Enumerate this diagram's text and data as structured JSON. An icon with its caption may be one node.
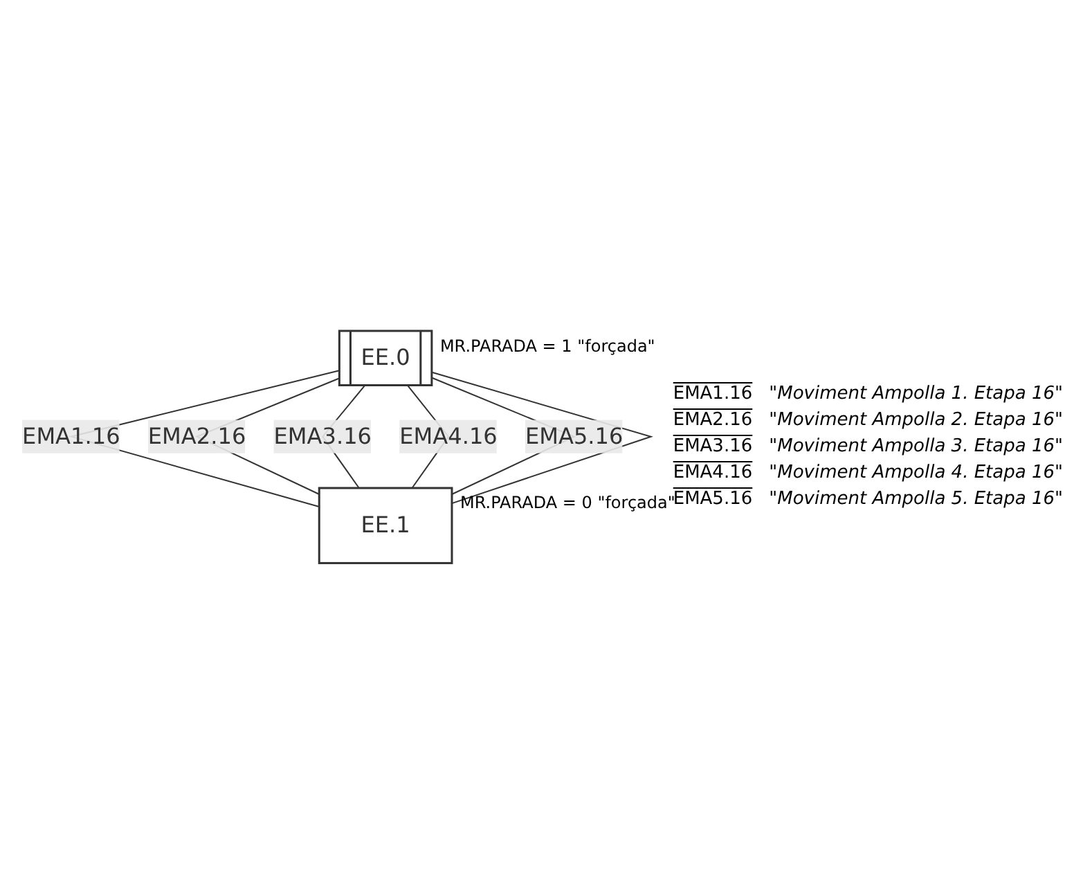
{
  "diagram": {
    "nodes": [
      {
        "text": [
          "EE.0"
        ],
        "beside": [
          "MR.PARADA = 1 \"forçada\""
        ]
      },
      {
        "text": [
          "EE.1"
        ],
        "beside": [
          "MR.PARADA = 0 \"forçada\""
        ]
      }
    ],
    "edges": [
      {
        "from": 0,
        "to": 1,
        "arrow": "none",
        "label": "EMA1.16"
      },
      {
        "from": 0,
        "to": 1,
        "arrow": "none",
        "label": "EMA2.16"
      },
      {
        "from": 0,
        "to": 1,
        "arrow": "none",
        "label": "EMA3.16"
      },
      {
        "from": 0,
        "to": 1,
        "arrow": "none",
        "label": "EMA4.16"
      },
      {
        "from": 0,
        "to": 1,
        "arrow": "none",
        "label": "EMA5.16"
      },
      {
        "from": 1,
        "to": 0,
        "arrow": "none"
      }
    ],
    "labels": [
      "EMA1.16",
      "\"Moviment Ampolla 1. Etapa 16\"",
      "EMA2.16",
      "\"Moviment Ampolla 2. Etapa 16\"",
      "EMA3.16",
      "\"Moviment Ampolla 3. Etapa 16\"",
      "EMA4.16",
      "\"Moviment Ampolla 4. Etapa 16\"",
      "EMA5.16",
      "\"Moviment Ampolla 5. Etapa 16\""
    ]
  }
}
